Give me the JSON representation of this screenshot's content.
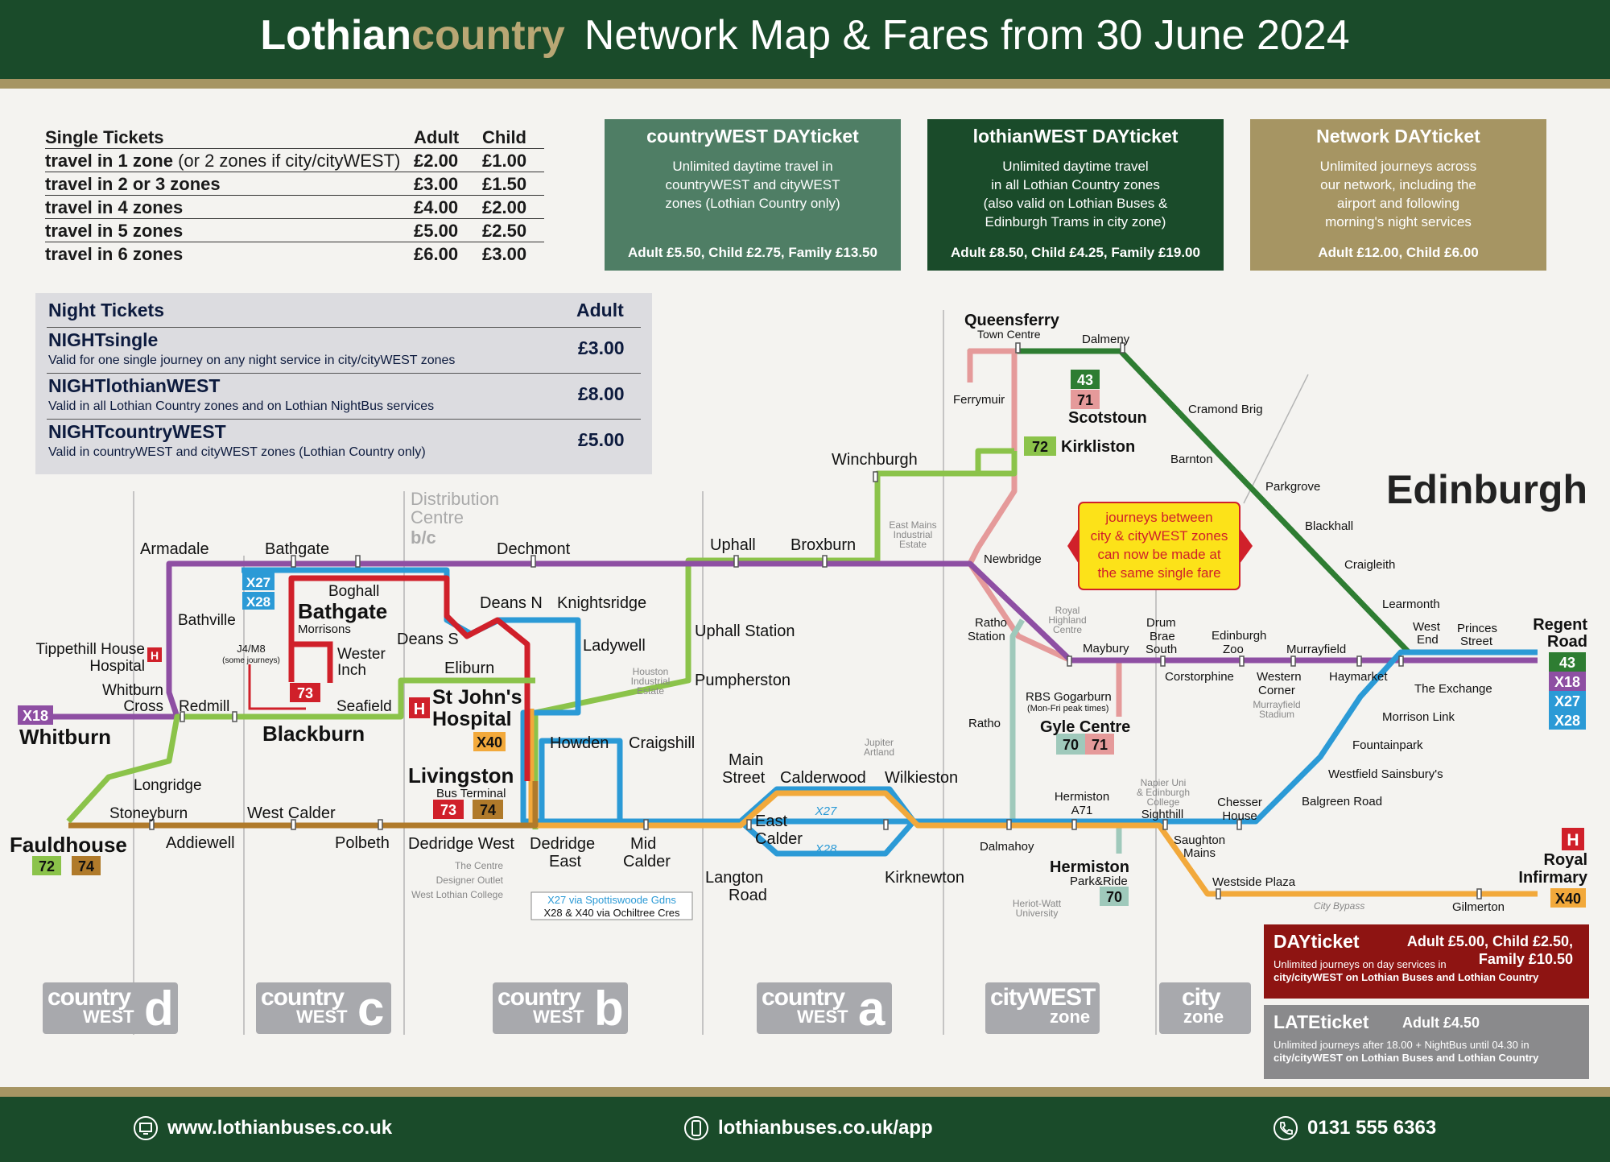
{
  "header": {
    "brand_a": "Lothian",
    "brand_b": "country",
    "title": "Network Map & Fares from 30 June 2024"
  },
  "single_tickets": {
    "heading": "Single Tickets",
    "col_adult": "Adult",
    "col_child": "Child",
    "rows": [
      {
        "label": "travel in 1 zone",
        "sub": " (or 2 zones if city/cityWEST)",
        "adult": "£2.00",
        "child": "£1.00"
      },
      {
        "label": "travel in 2 or 3 zones",
        "sub": "",
        "adult": "£3.00",
        "child": "£1.50"
      },
      {
        "label": "travel in 4 zones",
        "sub": "",
        "adult": "£4.00",
        "child": "£2.00"
      },
      {
        "label": "travel in 5 zones",
        "sub": "",
        "adult": "£5.00",
        "child": "£2.50"
      },
      {
        "label": "travel in 6 zones",
        "sub": "",
        "adult": "£6.00",
        "child": "£3.00"
      }
    ]
  },
  "day_cards": [
    {
      "title": "countryWEST DAYticket",
      "desc": [
        "Unlimited daytime travel in",
        "countryWEST and cityWEST",
        "zones (Lothian Country only)"
      ],
      "price": "Adult £5.50, Child £2.75, Family £13.50",
      "color": "#4f7e65"
    },
    {
      "title": "lothianWEST DAYticket",
      "desc": [
        "Unlimited daytime travel",
        "in all Lothian Country zones",
        "(also valid on Lothian Buses &",
        "Edinburgh Trams in city zone)"
      ],
      "price": "Adult £8.50, Child £4.25, Family £19.00",
      "color": "#1a4b2a"
    },
    {
      "title": "Network DAYticket",
      "desc": [
        "Unlimited journeys across",
        "our network, including the",
        "airport and following",
        "morning's night services"
      ],
      "price": "Adult £12.00, Child £6.00",
      "color": "#a69563"
    }
  ],
  "night_tickets": {
    "heading": "Night Tickets",
    "col_adult": "Adult",
    "rows": [
      {
        "name": "NIGHTsingle",
        "desc": "Valid for one single journey on any night service in city/cityWEST zones",
        "price": "£3.00"
      },
      {
        "name": "NIGHTlothianWEST",
        "desc": "Valid in all Lothian Country zones and on Lothian NightBus services",
        "price": "£8.00"
      },
      {
        "name": "NIGHTcountryWEST",
        "desc": "Valid in countryWEST and cityWEST zones (Lothian Country only)",
        "price": "£5.00"
      }
    ]
  },
  "map": {
    "city": "Edinburgh",
    "note": [
      "journeys between",
      "city & cityWEST zones",
      "can now be made at",
      "the same single fare"
    ],
    "via_note": [
      "X27 via Spottiswoode Gdns",
      "X28 & X40 via Ochiltree Cres"
    ],
    "distribution": [
      "Distribution",
      "Centre",
      "b/c"
    ],
    "stops": {
      "queensferry": "Queensferry",
      "queensferry_sub": "Town Centre",
      "dalmeny": "Dalmeny",
      "ferrymuir": "Ferrymuir",
      "scotstoun": "Scotstoun",
      "kirkliston": "Kirkliston",
      "cramond": "Cramond Brig",
      "barnton": "Barnton",
      "parkgrove": "Parkgrove",
      "blackhall": "Blackhall",
      "craigleith": "Craigleith",
      "learmonth": "Learmonth",
      "winchburgh": "Winchburgh",
      "eastmains": [
        "East Mains",
        "Industrial",
        "Estate"
      ],
      "newbridge": "Newbridge",
      "armadale": "Armadale",
      "bathgate": "Bathgate",
      "dechmont": "Dechmont",
      "uphall": "Uphall",
      "broxburn": "Broxburn",
      "boghall": "Boghall",
      "bathgate_big": "Bathgate",
      "morrisons": "Morrisons",
      "bathville": "Bathville",
      "deansn": "Deans N",
      "deanss": "Deans S",
      "knightsridge": "Knightsridge",
      "ladywell": "Ladywell",
      "uphallstation": "Uphall Station",
      "pumpherston": "Pumpherston",
      "houston": [
        "Houston",
        "Industrial",
        "Estate"
      ],
      "tippethill": [
        "Tippethill House",
        "Hospital"
      ],
      "j4m8": "J4/M8",
      "j4m8_sub": "(some journeys)",
      "wester": [
        "Wester",
        "Inch"
      ],
      "whitburncross": [
        "Whitburn",
        "Cross"
      ],
      "redmill": "Redmill",
      "seafield": "Seafield",
      "eliburn": "Eliburn",
      "stjohns": [
        "St John's",
        "Hospital"
      ],
      "blackburn": "Blackburn",
      "whitburn": "Whitburn",
      "howden": "Howden",
      "craigshill": "Craigshill",
      "livingston": "Livingston",
      "busterminal": "Bus Terminal",
      "longridge": "Longridge",
      "stoneyburn": "Stoneyburn",
      "westcalder": "West Calder",
      "fauldhouse": "Fauldhouse",
      "addiewell": "Addiewell",
      "polbeth": "Polbeth",
      "dedridgewest": "Dedridge West",
      "dedridgeeast": [
        "Dedridge",
        "East"
      ],
      "midcalder": [
        "Mid",
        "Calder"
      ],
      "centre": [
        "The Centre",
        "Designer Outlet",
        "West Lothian College"
      ],
      "mainstreet": [
        "Main",
        "Street"
      ],
      "calderwood": "Calderwood",
      "wilkieston": "Wilkieston",
      "jupiter": [
        "Jupiter",
        "Artland"
      ],
      "eastcalder": [
        "East",
        "Calder"
      ],
      "langton": [
        "Langton",
        "Road"
      ],
      "kirknewton": "Kirknewton",
      "rathostation": [
        "Ratho",
        "Station"
      ],
      "ratho": "Ratho",
      "royalhighland": [
        "Royal",
        "Highland",
        "Centre"
      ],
      "maybury": "Maybury",
      "drumbrae": [
        "Drum",
        "Brae",
        "South"
      ],
      "edinzoo": [
        "Edinburgh",
        "Zoo"
      ],
      "murrayfield": "Murrayfield",
      "westend": [
        "West",
        "End"
      ],
      "princes": [
        "Princes",
        "Street"
      ],
      "regentroad": [
        "Regent",
        "Road"
      ],
      "corstorphine": "Corstorphine",
      "westerncorner": [
        "Western",
        "Corner"
      ],
      "haymarket": "Haymarket",
      "exchange": "The Exchange",
      "murrayfieldstadium": [
        "Murrayfield",
        "Stadium"
      ],
      "morrisonlink": "Morrison Link",
      "fountainpark": "Fountainpark",
      "westfield": "Westfield Sainsbury's",
      "balgreen": "Balgreen Road",
      "rbs": "RBS Gogarburn",
      "rbs_sub": "(Mon-Fri peak times)",
      "gyle": "Gyle Centre",
      "hermistona71": [
        "Hermiston",
        "A71"
      ],
      "napier": [
        "Napier Uni",
        "& Edinburgh",
        "College"
      ],
      "sighthill": "Sighthill",
      "chesser": [
        "Chesser",
        "House"
      ],
      "dalmahoy": "Dalmahoy",
      "saughton": [
        "Saughton",
        "Mains"
      ],
      "hermiston": "Hermiston",
      "parkride": "Park&Ride",
      "heriot": [
        "Heriot-Watt",
        "University"
      ],
      "westside": "Westside Plaza",
      "citybypass": "City Bypass",
      "gilmerton": "Gilmerton",
      "royalinfirmary": [
        "Royal",
        "Infirmary"
      ]
    },
    "routes": {
      "r43": "43",
      "r71": "71",
      "r72": "72",
      "r70": "70",
      "r73": "73",
      "r74": "74",
      "x18": "X18",
      "x27": "X27",
      "x28": "X28",
      "x40": "X40"
    },
    "route_colors": {
      "r43": "#2e7d32",
      "r71": "#e59a9a",
      "r72": "#8bc34a",
      "r70": "#9fc9bb",
      "r73": "#d0202a",
      "r74": "#b07a2a",
      "x18": "#8e4fa3",
      "x27": "#2b9ad6",
      "x28": "#2b9ad6",
      "x40": "#f2a93b"
    }
  },
  "zones": [
    {
      "a": "country",
      "b": "WEST",
      "c": "d"
    },
    {
      "a": "country",
      "b": "WEST",
      "c": "c"
    },
    {
      "a": "country",
      "b": "WEST",
      "c": "b"
    },
    {
      "a": "country",
      "b": "WEST",
      "c": "a"
    },
    {
      "a": "cityWEST",
      "b": "zone",
      "c": ""
    },
    {
      "a": "city",
      "b": "zone",
      "c": ""
    }
  ],
  "dayticket": {
    "title": "DAYticket",
    "price": [
      "Adult £5.00, Child £2.50,",
      "Family £10.50"
    ],
    "desc": [
      "Unlimited journeys on day services in",
      "city/cityWEST on Lothian Buses and Lothian Country"
    ]
  },
  "lateticket": {
    "title": "LATEticket",
    "price": "Adult £4.50",
    "desc": [
      "Unlimited journeys after 18.00 + NightBus until 04.30 in",
      "city/cityWEST on Lothian Buses and Lothian Country"
    ]
  },
  "footer": {
    "web": "www.lothianbuses.co.uk",
    "app": "lothianbuses.co.uk/app",
    "phone": "0131 555 6363",
    "web_icon": "monitor-icon",
    "app_icon": "phone-icon",
    "phone_icon": "telephone-icon"
  }
}
